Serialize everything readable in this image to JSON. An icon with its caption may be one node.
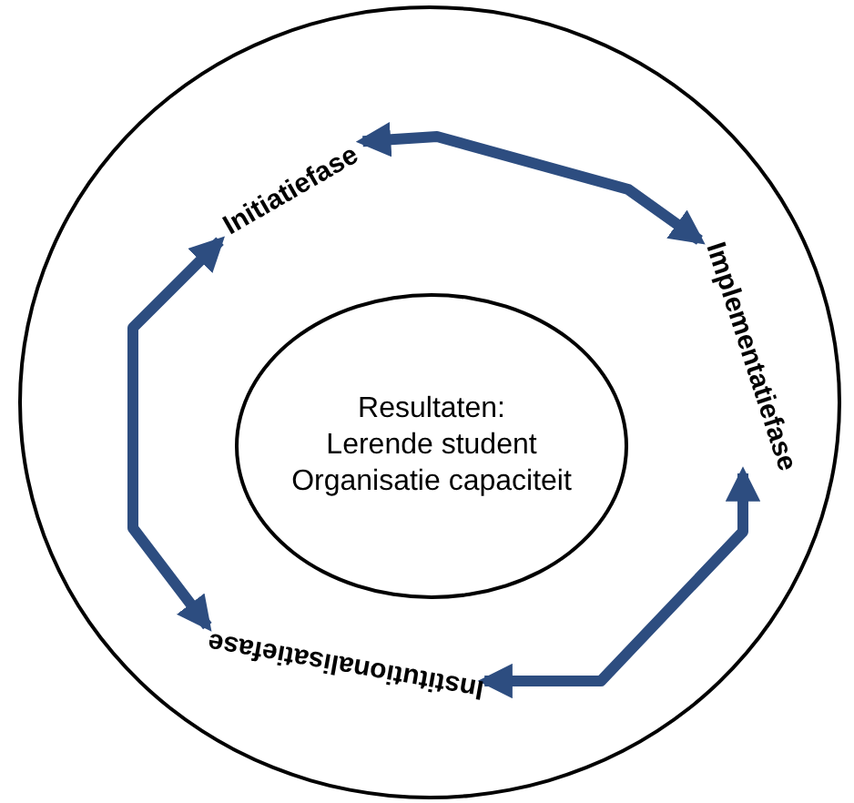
{
  "diagram": {
    "nodes": [
      {
        "text": [],
        "shape": "circle"
      },
      {
        "text": [
          "Initiatiefase"
        ],
        "in": 0
      },
      {
        "text": [
          "Implementatiefase"
        ],
        "in": 0
      },
      {
        "text": [
          "Institutionalisatiefase"
        ],
        "in": 0
      },
      {
        "text": [
          "Resultaten:",
          "Lerende student Organisatie capaciteit"
        ],
        "in": 0
      }
    ],
    "edges": [
      {
        "from": 1,
        "to": 2,
        "arrow": "both"
      },
      {
        "from": 2,
        "to": 3,
        "arrow": "both"
      },
      {
        "from": 3,
        "to": 1,
        "arrow": "both"
      }
    ]
  }
}
